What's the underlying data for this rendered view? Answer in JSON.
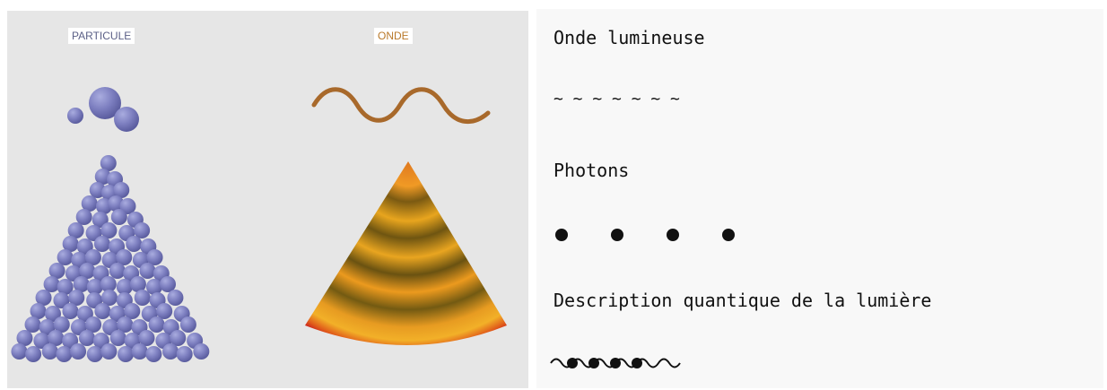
{
  "left_panel": {
    "particle_label": "PARTICULE",
    "wave_label": "ONDE",
    "particle_color": "#7d7fc0",
    "wave_color": "#a8692b"
  },
  "right_panel": {
    "light_wave_title": "Onde lumineuse",
    "light_wave_symbol": "~ ~ ~ ~ ~ ~ ~",
    "photons_title": "Photons",
    "photon_count": 4,
    "quantum_title": "Description quantique de la lumière",
    "quantum_symbol_icon": "wave-particle-chain-icon"
  }
}
